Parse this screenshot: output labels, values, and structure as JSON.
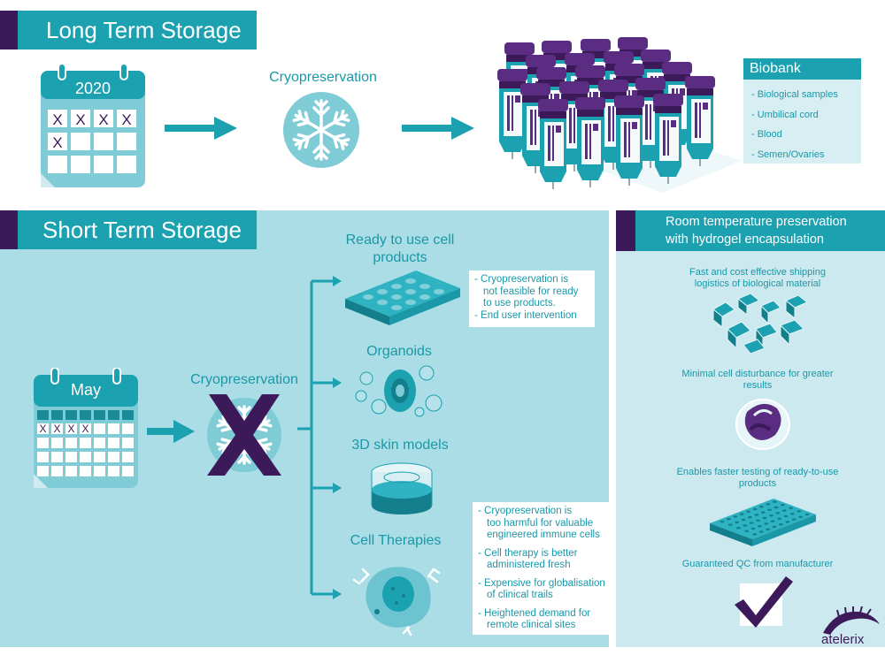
{
  "long_term": {
    "title": "Long Term Storage",
    "calendar_year": "2020",
    "calendar_marks": [
      "X",
      "X",
      "X",
      "X",
      "X"
    ],
    "cryo_label": "Cryopreservation",
    "biobank": {
      "title": "Biobank",
      "items": [
        "- Biological samples",
        "- Umbilical cord",
        "- Blood",
        "- Semen/Ovaries"
      ]
    }
  },
  "short_term": {
    "title": "Short Term Storage",
    "calendar_month": "May",
    "calendar_marks": [
      "X",
      "X",
      "X",
      "X"
    ],
    "cryo_label": "Cryopreservation",
    "branches": [
      {
        "label_1": "Ready to use cell",
        "label_2": "products"
      },
      {
        "label_1": "Organoids"
      },
      {
        "label_1": "3D skin models"
      },
      {
        "label_1": "Cell Therapies"
      }
    ],
    "note_top": [
      {
        "line1": "- Cryopreservation is",
        "line2": "not feasible for ready",
        "line3": "to use products."
      },
      {
        "line1": "- End user intervention"
      }
    ],
    "note_bottom": [
      {
        "line1": "- Cryopreservation is",
        "line2": "too harmful for valuable",
        "line3": "engineered immune cells"
      },
      {
        "line1": "- Cell therapy is better",
        "line2": "administered fresh"
      },
      {
        "line1": "- Expensive for globalisation",
        "line2": "of clinical trails"
      },
      {
        "line1": "- Heightened demand for",
        "line2": "remote clinical sites"
      }
    ]
  },
  "room_temp": {
    "title_1": "Room temperature preservation",
    "title_2": "with hydrogel encapsulation",
    "benefits": [
      {
        "l1": "Fast and cost effective shipping",
        "l2": "logistics of biological material"
      },
      {
        "l1": "Minimal cell disturbance for greater",
        "l2": "results"
      },
      {
        "l1": "Enables faster testing of ready-to-use",
        "l2": "products"
      },
      {
        "l1": "Guaranteed QC from manufacturer"
      }
    ]
  },
  "brand": {
    "name": "atelerix"
  },
  "colors": {
    "teal": "#1ba1b0",
    "purple": "#3c1a5a",
    "panel": "#aadde5",
    "panel_right": "#cce9ef"
  }
}
